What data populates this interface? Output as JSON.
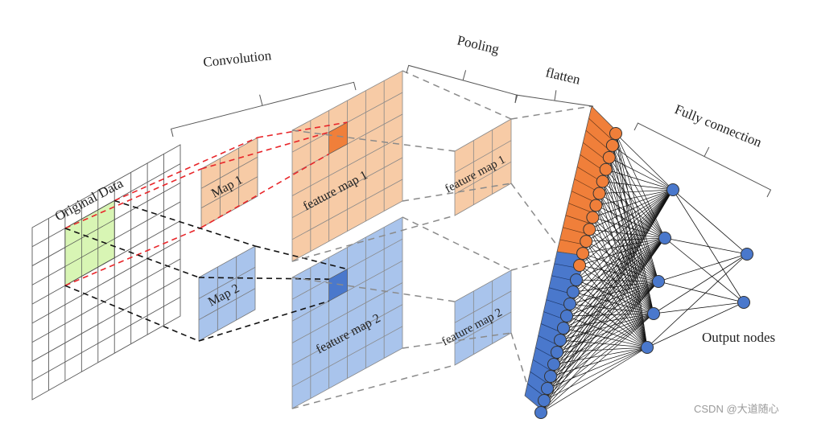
{
  "labels": {
    "original": "Original Data",
    "map1": "Map 1",
    "map2": "Map 2",
    "feature_map_1": "feature map 1",
    "feature_map_2": "feature map 2",
    "pooled_1": "feature map 1",
    "pooled_2": "feature map 2",
    "convolution": "Convolution",
    "pooling": "Pooling",
    "flatten": "flatten",
    "fully_connection": "Fully connection",
    "output_nodes": "Output nodes"
  },
  "watermark": "CSDN @大道随心",
  "colors": {
    "orange_fill": "#f7cba6",
    "orange_dark": "#f07f3a",
    "blue_fill": "#a9c4ec",
    "blue_dark": "#4a78cc",
    "green_fill": "#d6f5b0",
    "red_dash": "#e8262a",
    "black_dash": "#111111",
    "gray_dash": "#8a8a8a"
  },
  "network": {
    "input_orange_nodes": 12,
    "input_blue_nodes": 12,
    "hidden_nodes": 5,
    "output_nodes": 2
  }
}
